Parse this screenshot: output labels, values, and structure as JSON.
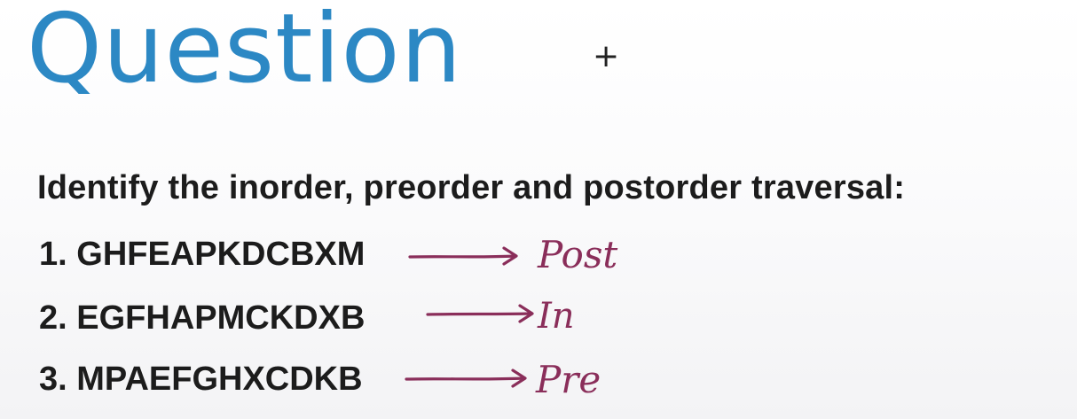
{
  "title": "Question",
  "prompt": "Identify the inorder, preorder and postorder traversal:",
  "items": [
    {
      "number": "1.",
      "sequence": "GHFEAPKDCBXM",
      "annotation": "Post"
    },
    {
      "number": "2.",
      "sequence": "EGFHAPMCKDXB",
      "annotation": "In"
    },
    {
      "number": "3.",
      "sequence": "MPAEFGHXCDKB",
      "annotation": "Pre"
    }
  ],
  "cursor": "plus-cursor-icon",
  "colors": {
    "title": "#2c88c4",
    "text": "#1c1c1c",
    "ink": "#8a2e5a"
  }
}
